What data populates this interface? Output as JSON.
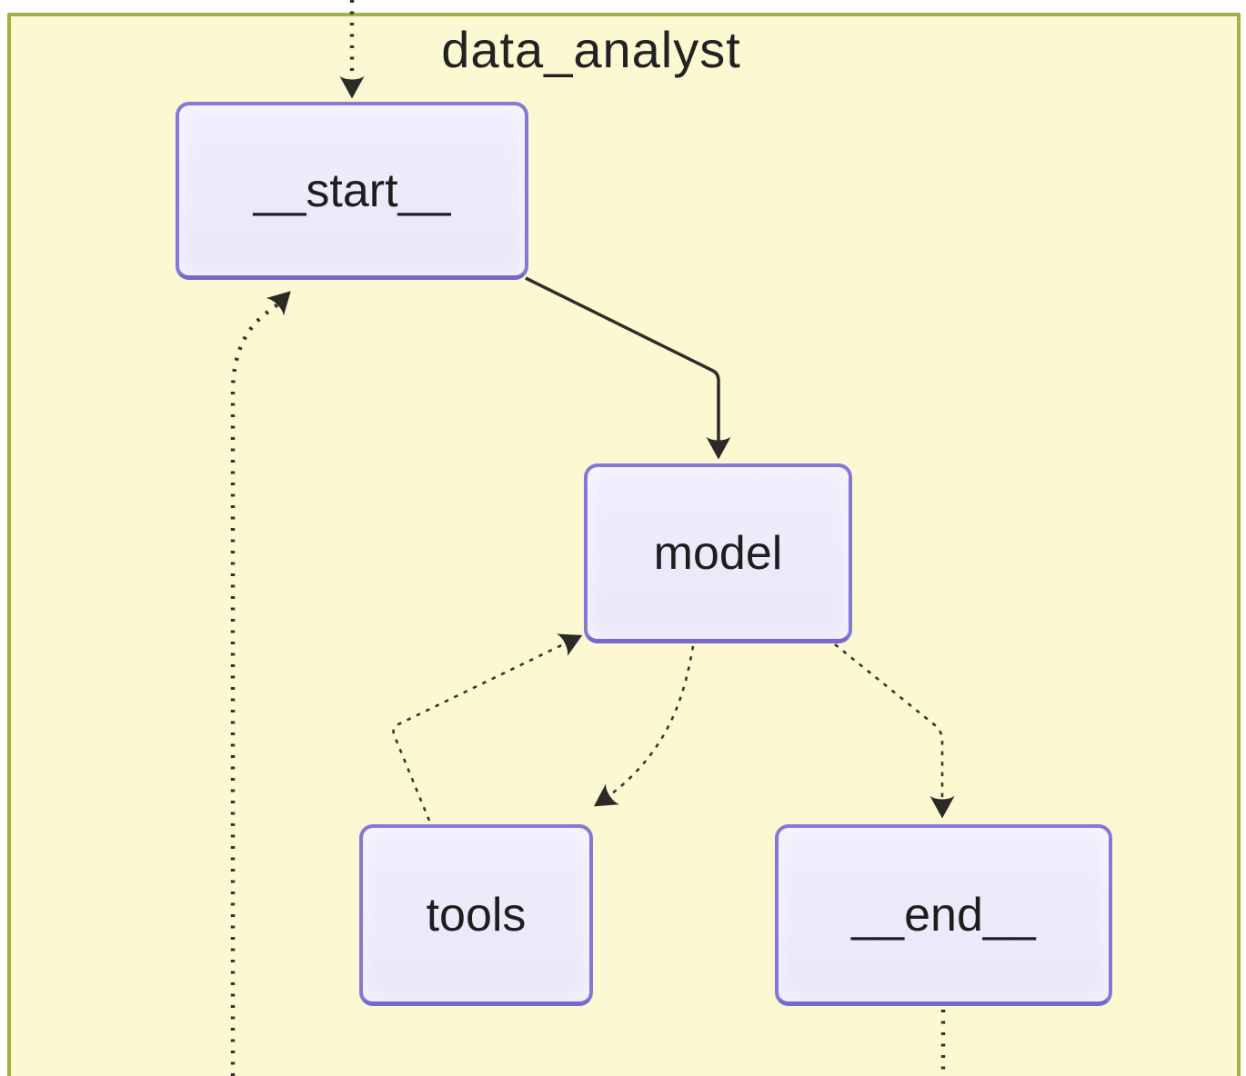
{
  "diagram": {
    "type": "graph",
    "title": "data_analyst",
    "nodes": [
      {
        "id": "__start__",
        "label": "__start__"
      },
      {
        "id": "model",
        "label": "model"
      },
      {
        "id": "tools",
        "label": "tools"
      },
      {
        "id": "__end__",
        "label": "__end__"
      }
    ],
    "edges": [
      {
        "from": "offscreen-top",
        "to": "__start__",
        "style": "dotted",
        "arrow": true
      },
      {
        "from": "__start__",
        "to": "model",
        "style": "solid",
        "arrow": true
      },
      {
        "from": "model",
        "to": "tools",
        "style": "dashed",
        "arrow": true
      },
      {
        "from": "tools",
        "to": "model",
        "style": "dashed",
        "arrow": true
      },
      {
        "from": "model",
        "to": "__end__",
        "style": "dashed",
        "arrow": true
      },
      {
        "from": "offscreen-bottom",
        "to": "__start__",
        "style": "dotted",
        "arrow": true
      },
      {
        "from": "__end__",
        "to": "offscreen-bottom",
        "style": "dotted",
        "arrow": false
      }
    ],
    "colors": {
      "background": "#ffffff",
      "cluster_fill": "#fbf8d2",
      "cluster_border": "#a2b140",
      "node_fill": "#eceafa",
      "node_border": "#8678d9",
      "edge": "#34302a",
      "text": "#1e1e1e"
    }
  }
}
